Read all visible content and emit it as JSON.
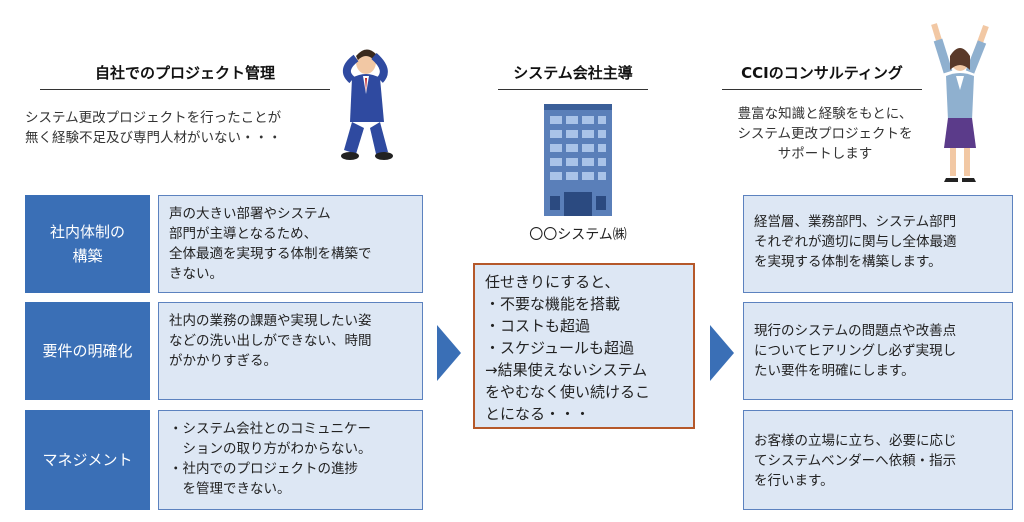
{
  "left": {
    "heading": "自社でのプロジェクト管理",
    "intro": "システム更改プロジェクトを行ったことが\n無く経験不足及び専門人材がいない・・・"
  },
  "middle": {
    "heading": "システム会社主導",
    "company_label": "〇〇システム㈱",
    "box_text": "任せきりにすると、\n・不要な機能を搭載\n・コストも超過\n・スケジュールも超過\n→結果使えないシステム\nをやむなく使い続けるこ\nとになる・・・"
  },
  "right": {
    "heading": "CCIのコンサルティング",
    "intro": "豊富な知識と経験をもとに、\nシステム更改プロジェクトを\nサポートします"
  },
  "rows": [
    {
      "label": "社内体制の\n構築",
      "left_text": "声の大きい部署やシステム\n部門が主導となるため、\n全体最適を実現する体制を構築で\nきない。",
      "right_text": "経営層、業務部門、システム部門\nそれぞれが適切に関与し全体最適\nを実現する体制を構築します。"
    },
    {
      "label": "要件の明確化",
      "left_text": "社内の業務の課題や実現したい姿\nなどの洗い出しができない、時間\nがかかりすぎる。",
      "right_text": "現行のシステムの問題点や改善点\nについてヒアリングし必ず実現し\nたい要件を明確にします。"
    },
    {
      "label": "マネジメント",
      "left_text": "・システム会社とのコミュニケー\n　ションの取り方がわからない。\n・社内でのプロジェクトの進捗\n　を管理できない。",
      "right_text": "お客様の立場に立ち、必要に応じ\nてシステムベンダーへ依頼・指示\nを行います。"
    }
  ],
  "colors": {
    "label_bg": "#3a6fb6",
    "box_bg": "#dde7f4",
    "box_border": "#5c82bf",
    "mid_border": "#b5582a",
    "arrow": "#3a6fb6"
  },
  "icons": {
    "left_person": "distressed-businessman-icon",
    "building": "office-building-icon",
    "right_person": "celebrating-businesswoman-icon"
  }
}
